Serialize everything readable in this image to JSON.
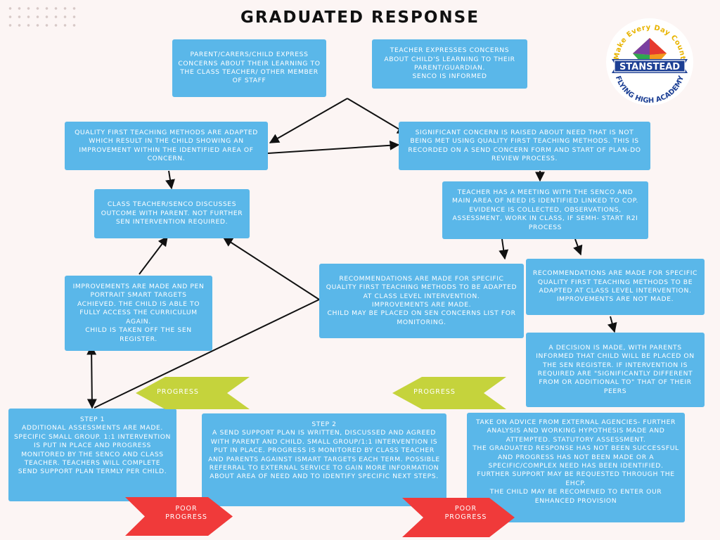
{
  "title": "GRADUATED RESPONSE",
  "logo": {
    "motto": "Make Every Day Count",
    "name": "STANSTEAD",
    "subtitle": "FLYING HIGH ACADEMY"
  },
  "boxes": {
    "parent_concern": "PARENT/CARERS/CHILD EXPRESS CONCERNS ABOUT THEIR LEARNING TO THE CLASS TEACHER/ OTHER MEMBER OF STAFF",
    "teacher_concern": "TEACHER EXPRESSES CONCERNS ABOUT CHILD'S LEARNING TO THEIR PARENT/GUARDIAN.\nSENCO IS INFORMED",
    "quality_first": "QUALITY FIRST TEACHING METHODS ARE ADAPTED WHICH RESULT IN THE CHILD SHOWING AN IMPROVEMENT WITHIN THE IDENTIFIED AREA OF CONCERN.",
    "significant_concern": "SIGNIFICANT CONCERN IS RAISED ABOUT NEED THAT IS NOT BEING MET USING QUALITY FIRST TEACHING METHODS. THIS IS RECORDED ON A SEND CONCERN FORM AND START OF PLAN-DO REVIEW PROCESS.",
    "class_teacher_senco": "CLASS TEACHER/SENCO DISCUSSES OUTCOME WITH PARENT. NOT FURTHER SEN INTERVENTION REQUIRED.",
    "teacher_meeting": "TEACHER HAS A MEETING WITH THE SENCO AND MAIN AREA OF NEED IS IDENTIFIED LINKED TO COP. EVIDENCE IS COLLECTED, OBSERVATIONS, ASSESSMENT, WORK IN CLASS, IF SEMH- START R2I PROCESS",
    "improvements_made": "IMPROVEMENTS ARE MADE AND PEN PORTRAIT SMART TARGETS ACHIEVED. THE CHILD IS ABLE TO FULLY ACCESS THE CURRICULUM AGAIN.\nCHILD IS TAKEN OFF THE SEN REGISTER.",
    "recommendations_improved": "RECOMMENDATIONS ARE MADE FOR SPECIFIC QUALITY FIRST TEACHING METHODS TO BE ADAPTED AT CLASS LEVEL INTERVENTION.\nIMPROVEMENTS ARE MADE.\nCHILD MAY BE PLACED ON SEN CONCERNS LIST FOR MONITORING.",
    "recommendations_not_improved": "RECOMMENDATIONS ARE MADE FOR SPECIFIC QUALITY FIRST TEACHING METHODS TO BE ADAPTED AT CLASS LEVEL INTERVENTION.\nIMPROVEMENTS ARE NOT MADE.",
    "decision": "A DECISION IS MADE, WITH PARENTS INFORMED THAT CHILD WILL BE PLACED ON THE SEN REGISTER. IF INTERVENTION IS REQUIRED ARE \"SIGNIFICANTLY DIFFERENT FROM OR ADDITIONAL TO\" THAT OF THEIR PEERS",
    "step1": "STEP 1\nADDITIONAL ASSESSMENTS ARE MADE.\nSPECIFIC SMALL GROUP. 1:1 INTERVENTION IS PUT IN PLACE AND PROGRESS MONITORED BY THE SENCO AND CLASS TEACHER. TEACHERS WILL COMPLETE SEND SUPPORT PLAN TERMLY PER CHILD.",
    "step2": "STEP 2\nA SEND SUPPORT PLAN IS WRITTEN, DISCUSSED AND AGREED WITH PARENT AND CHILD. SMALL GROUP/1:1 INTERVENTION IS PUT IN PLACE. PROGRESS IS MONITORED BY CLASS TEACHER AND PARENTS AGAINST ISMART TARGETS EACH TERM. POSSIBLE REFERRAL TO EXTERNAL SERVICE TO GAIN MORE INFORMATION ABOUT AREA OF NEED AND TO IDENTIFY SPECIFIC NEXT STEPS.",
    "external_agencies": "TAKE ON ADVICE FROM EXTERNAL AGENCIES- FURTHER ANALYSIS AND WORKING HYPOTHESIS MADE AND ATTEMPTED. STATUTORY ASSESSMENT.\nTHE GRADUATED RESPONSE HAS NOT BEEN SUCCESSFUL AND PROGRESS HAS NOT BEEN MADE OR A SPECIFIC/COMPLEX NEED HAS BEEN IDENTIFIED. FURTHER SUPPORT MAY BE REQUESTED THROUGH THE EHCP.\nTHE CHILD MAY BE RECOMENED TO ENTER OUR ENHANCED PROVISION"
  },
  "tags": {
    "progress_1": "PROGRESS",
    "progress_2": "PROGRESS",
    "poor_progress_1": "POOR\nPROGRESS",
    "poor_progress_2": "POOR\nPROGRESS"
  },
  "colors": {
    "box": "#5ab7e9",
    "progress": "#c5d33c",
    "poor_progress": "#f03a3a",
    "background": "#fcf5f4"
  }
}
